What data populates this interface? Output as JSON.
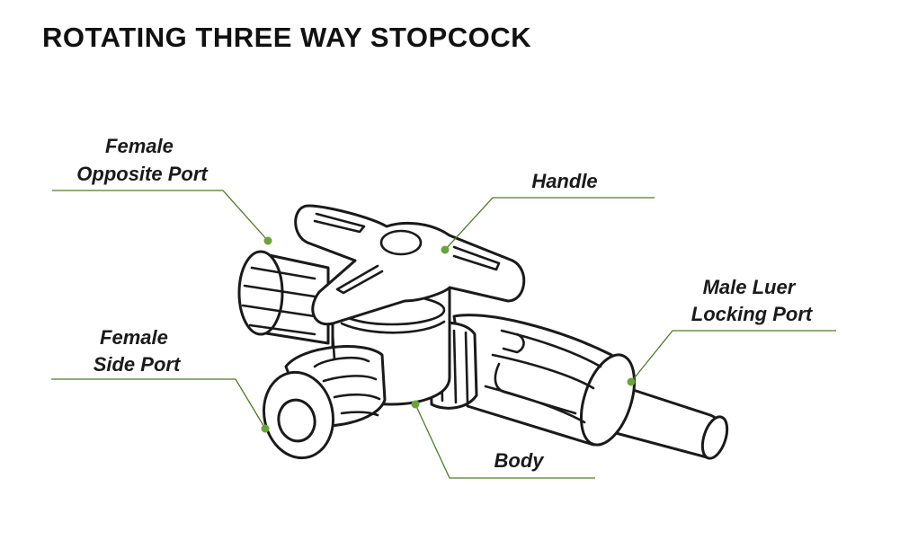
{
  "title": "ROTATING THREE WAY STOPCOCK",
  "labels": {
    "female_opposite_port": [
      "Female",
      "Opposite Port"
    ],
    "handle": [
      "Handle"
    ],
    "male_luer_locking_port": [
      "Male Luer",
      "Locking Port"
    ],
    "female_side_port": [
      "Female",
      "Side Port"
    ],
    "body": [
      "Body"
    ]
  },
  "colors": {
    "leader_line": "#4f7a2a",
    "leader_dot": "#6aa33a",
    "outline": "#1a1a1a"
  }
}
